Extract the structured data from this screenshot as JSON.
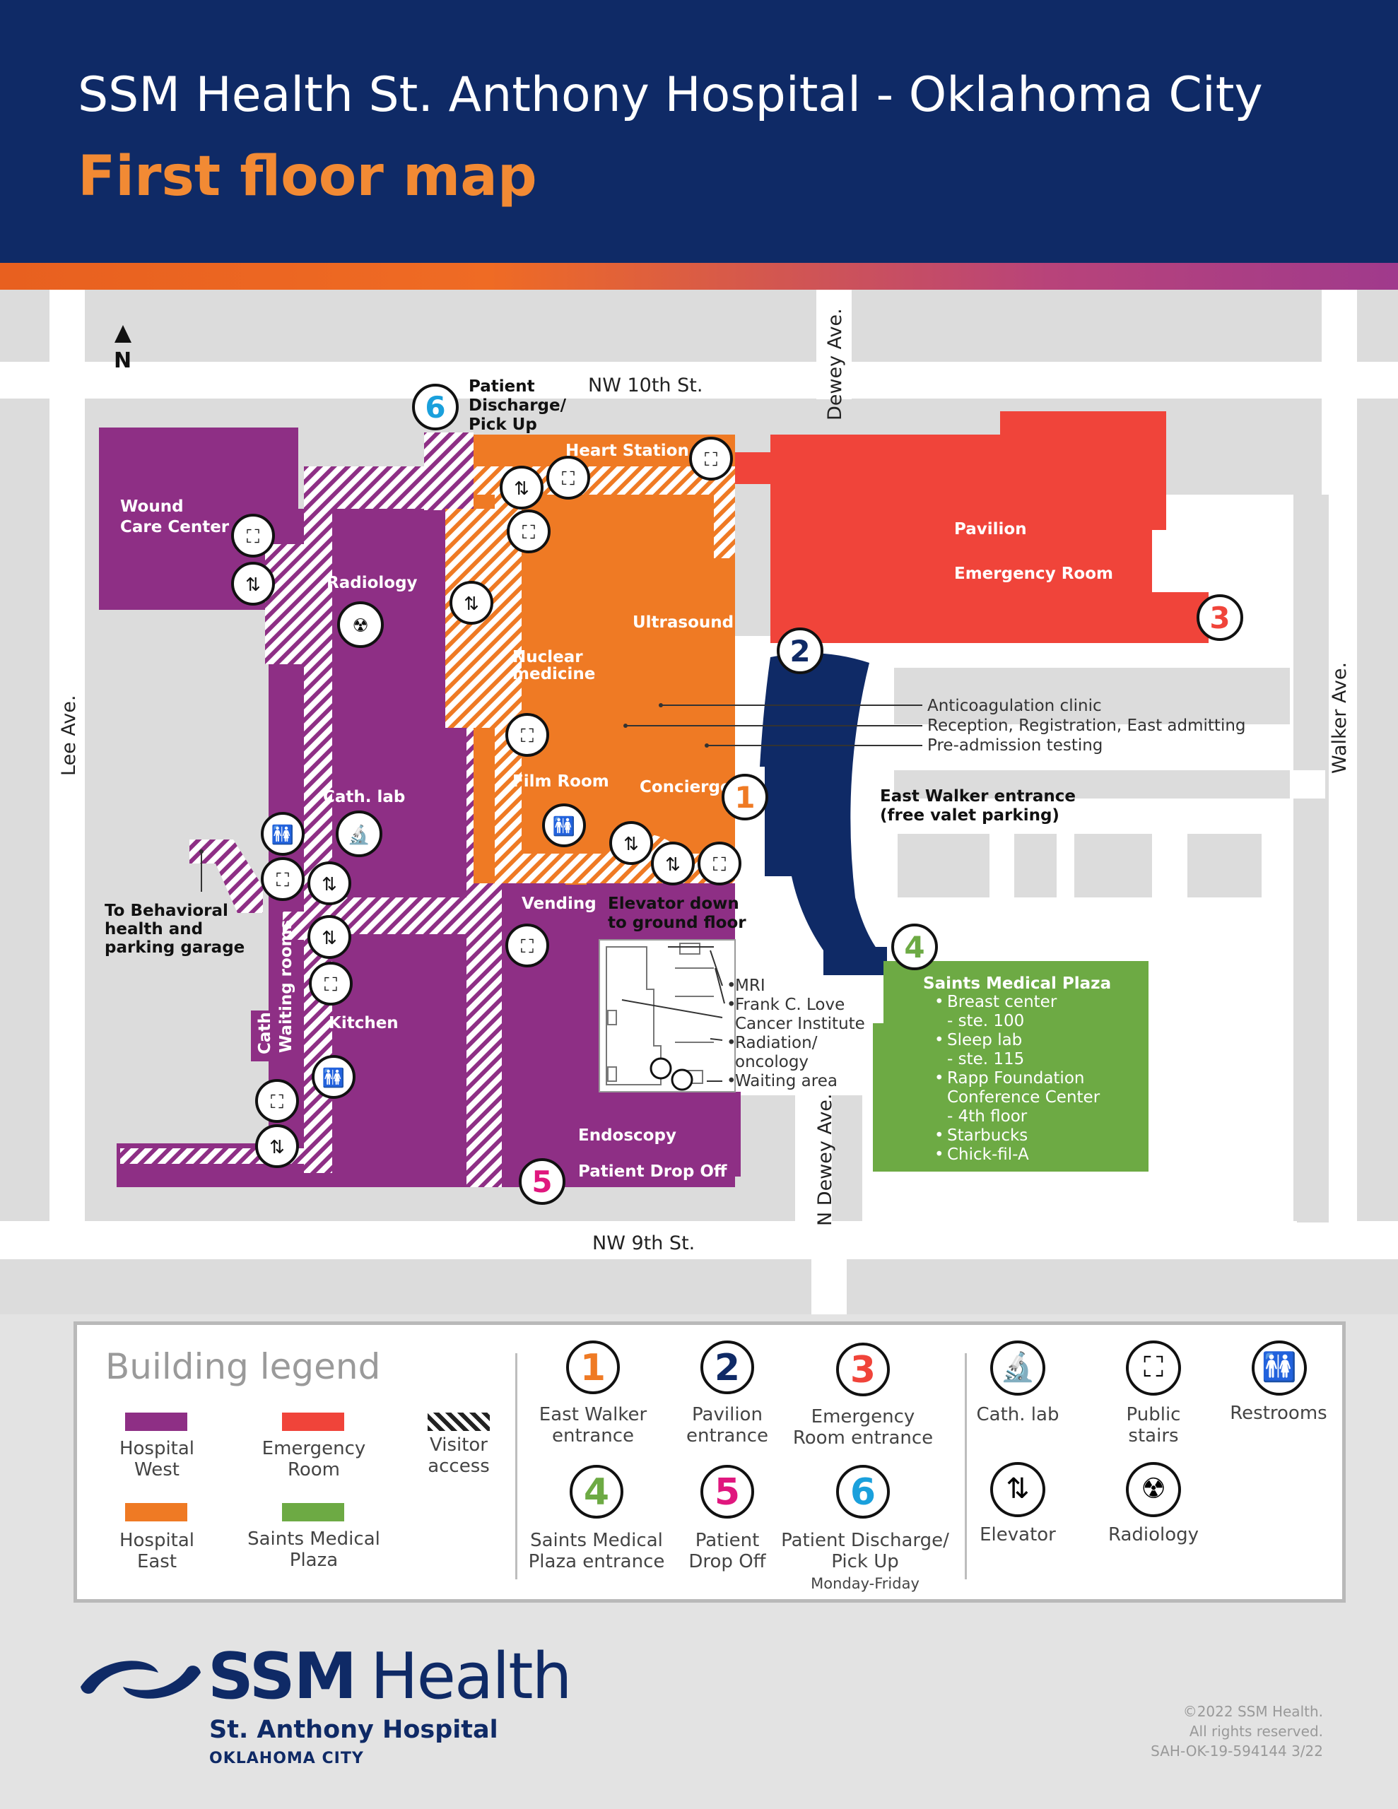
{
  "header": {
    "title": "SSM Health St. Anthony Hospital - Oklahoma City",
    "subtitle": "First floor map"
  },
  "colors": {
    "header_bg": "#0f2a66",
    "hospital_west": "#8e2f85",
    "hospital_east": "#ef7a24",
    "emergency_room": "#f0443a",
    "saints_medical_plaza": "#6daa44",
    "pavilion_entrance_wing": "#0f2a66",
    "accent_orange": "#f28a34"
  },
  "map": {
    "north": "N",
    "streets": {
      "nw10": "NW 10th St.",
      "nw9": "NW 9th St.",
      "lee": "Lee Ave.",
      "walker": "Walker Ave.",
      "dewey": "Dewey Ave.",
      "n_dewey": "N Dewey Ave."
    },
    "labels": {
      "wound": [
        "Wound",
        "Care Center"
      ],
      "radiology": "Radiology",
      "heart_station": "Heart Station",
      "ultrasound": "Ultrasound",
      "nuclear": [
        "Nuclear",
        "medicine"
      ],
      "film_room": "Film Room",
      "concierge": "Concierge",
      "cath_lab": "Cath. lab",
      "vending": "Vending",
      "kitchen": "Kitchen",
      "waiting_rooms": "Waiting rooms",
      "cath": "Cath",
      "endoscopy": "Endoscopy",
      "patient_drop_off": "Patient Drop Off",
      "pavilion": "Pavilion",
      "emergency_room": "Emergency Room",
      "behavioral": [
        "To Behavioral",
        "health and",
        "parking garage"
      ],
      "patient_discharge": [
        "Patient",
        "Discharge/",
        "Pick Up"
      ],
      "elevator_down": [
        "Elevator down",
        "to ground floor"
      ],
      "east_walker": [
        "East Walker entrance",
        "(free valet parking)"
      ]
    },
    "east_callouts": [
      "Anticoagulation clinic",
      "Reception, Registration, East admitting",
      "Pre-admission testing"
    ],
    "ground_floor_list": [
      "MRI",
      "Frank C. Love",
      "Cancer Institute",
      "Radiation/",
      "oncology",
      "Waiting area"
    ],
    "saints_plaza": {
      "title": "Saints Medical Plaza",
      "lines": [
        "Breast center",
        "- ste. 100",
        "Sleep lab",
        "- ste. 115",
        "Rapp Foundation",
        "Conference Center",
        "- 4th floor",
        "Starbucks",
        "Chick-fil-A"
      ]
    }
  },
  "legend": {
    "title": "Building legend",
    "buildings": [
      {
        "label": [
          "Hospital",
          "West"
        ],
        "color": "#8e2f85"
      },
      {
        "label": [
          "Emergency",
          "Room"
        ],
        "color": "#f0443a"
      },
      {
        "label": [
          "Visitor",
          "access"
        ],
        "color": "hatch"
      },
      {
        "label": [
          "Hospital",
          "East"
        ],
        "color": "#ef7a24"
      },
      {
        "label": [
          "Saints Medical",
          "Plaza"
        ],
        "color": "#6daa44"
      }
    ],
    "entrances": [
      {
        "num": "1",
        "color": "#ef7a24",
        "label": [
          "East Walker",
          "entrance"
        ]
      },
      {
        "num": "2",
        "color": "#0f2a66",
        "label": [
          "Pavilion",
          "entrance"
        ]
      },
      {
        "num": "3",
        "color": "#f0443a",
        "label": [
          "Emergency",
          "Room entrance"
        ]
      },
      {
        "num": "4",
        "color": "#6daa44",
        "label": [
          "Saints Medical",
          "Plaza entrance"
        ]
      },
      {
        "num": "5",
        "color": "#e0177e",
        "label": [
          "Patient",
          "Drop Off"
        ]
      },
      {
        "num": "6",
        "color": "#1aa0dc",
        "label": [
          "Patient Discharge/",
          "Pick Up"
        ],
        "note": "Monday-Friday"
      }
    ],
    "icons": [
      {
        "icon": "microscope-icon",
        "glyph": "🔬",
        "label": [
          "Cath. lab"
        ]
      },
      {
        "icon": "stairs-icon",
        "glyph": "⛶",
        "label": [
          "Public",
          "stairs"
        ]
      },
      {
        "icon": "restroom-icon",
        "glyph": "🚻",
        "label": [
          "Restrooms"
        ]
      },
      {
        "icon": "elevator-icon",
        "glyph": "⇅",
        "label": [
          "Elevator"
        ]
      },
      {
        "icon": "radiology-icon",
        "glyph": "☢",
        "label": [
          "Radiology"
        ]
      }
    ]
  },
  "footer": {
    "logo_ssm": "SSM",
    "logo_health": "Health",
    "hospital": "St. Anthony Hospital",
    "city": "OKLAHOMA CITY",
    "copyright": [
      "©2022 SSM Health.",
      "All rights reserved.",
      "SAH-OK-19-594144 3/22"
    ]
  }
}
